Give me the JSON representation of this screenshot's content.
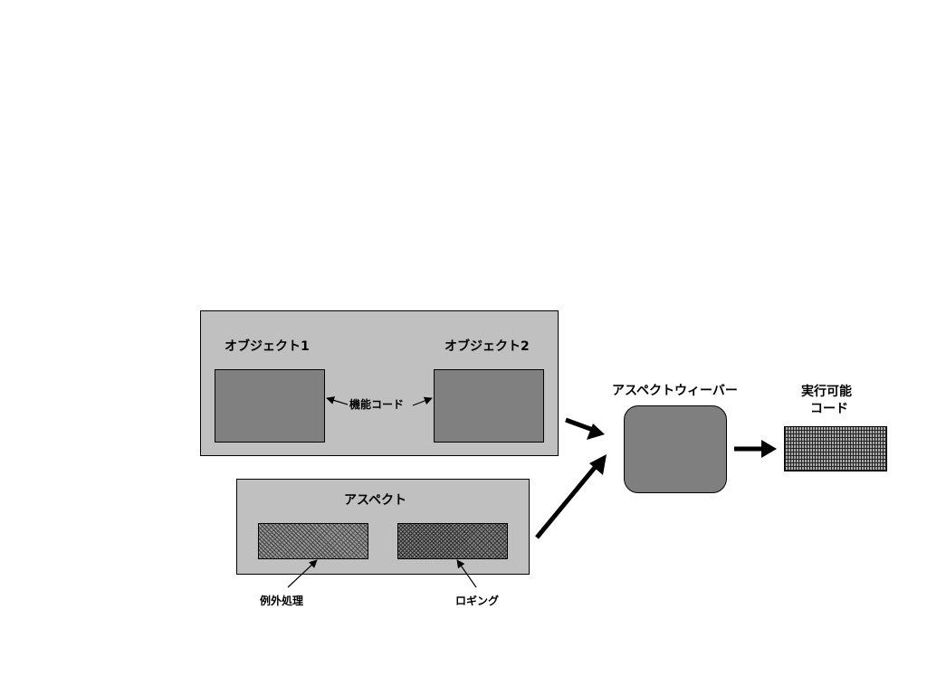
{
  "objects_panel": {
    "object1_label": "オブジェクト1",
    "object2_label": "オブジェクト2",
    "functional_code_label": "機能コード"
  },
  "aspect_panel": {
    "title": "アスペクト",
    "exception_label": "例外処理",
    "logging_label": "ロギング"
  },
  "weaver": {
    "label": "アスペクトウィーバー"
  },
  "executable": {
    "label_line1": "実行可能",
    "label_line2": "コード"
  },
  "colors": {
    "panel": "#c0c0c0",
    "object": "#808080",
    "weaver": "#7f7f7f"
  }
}
